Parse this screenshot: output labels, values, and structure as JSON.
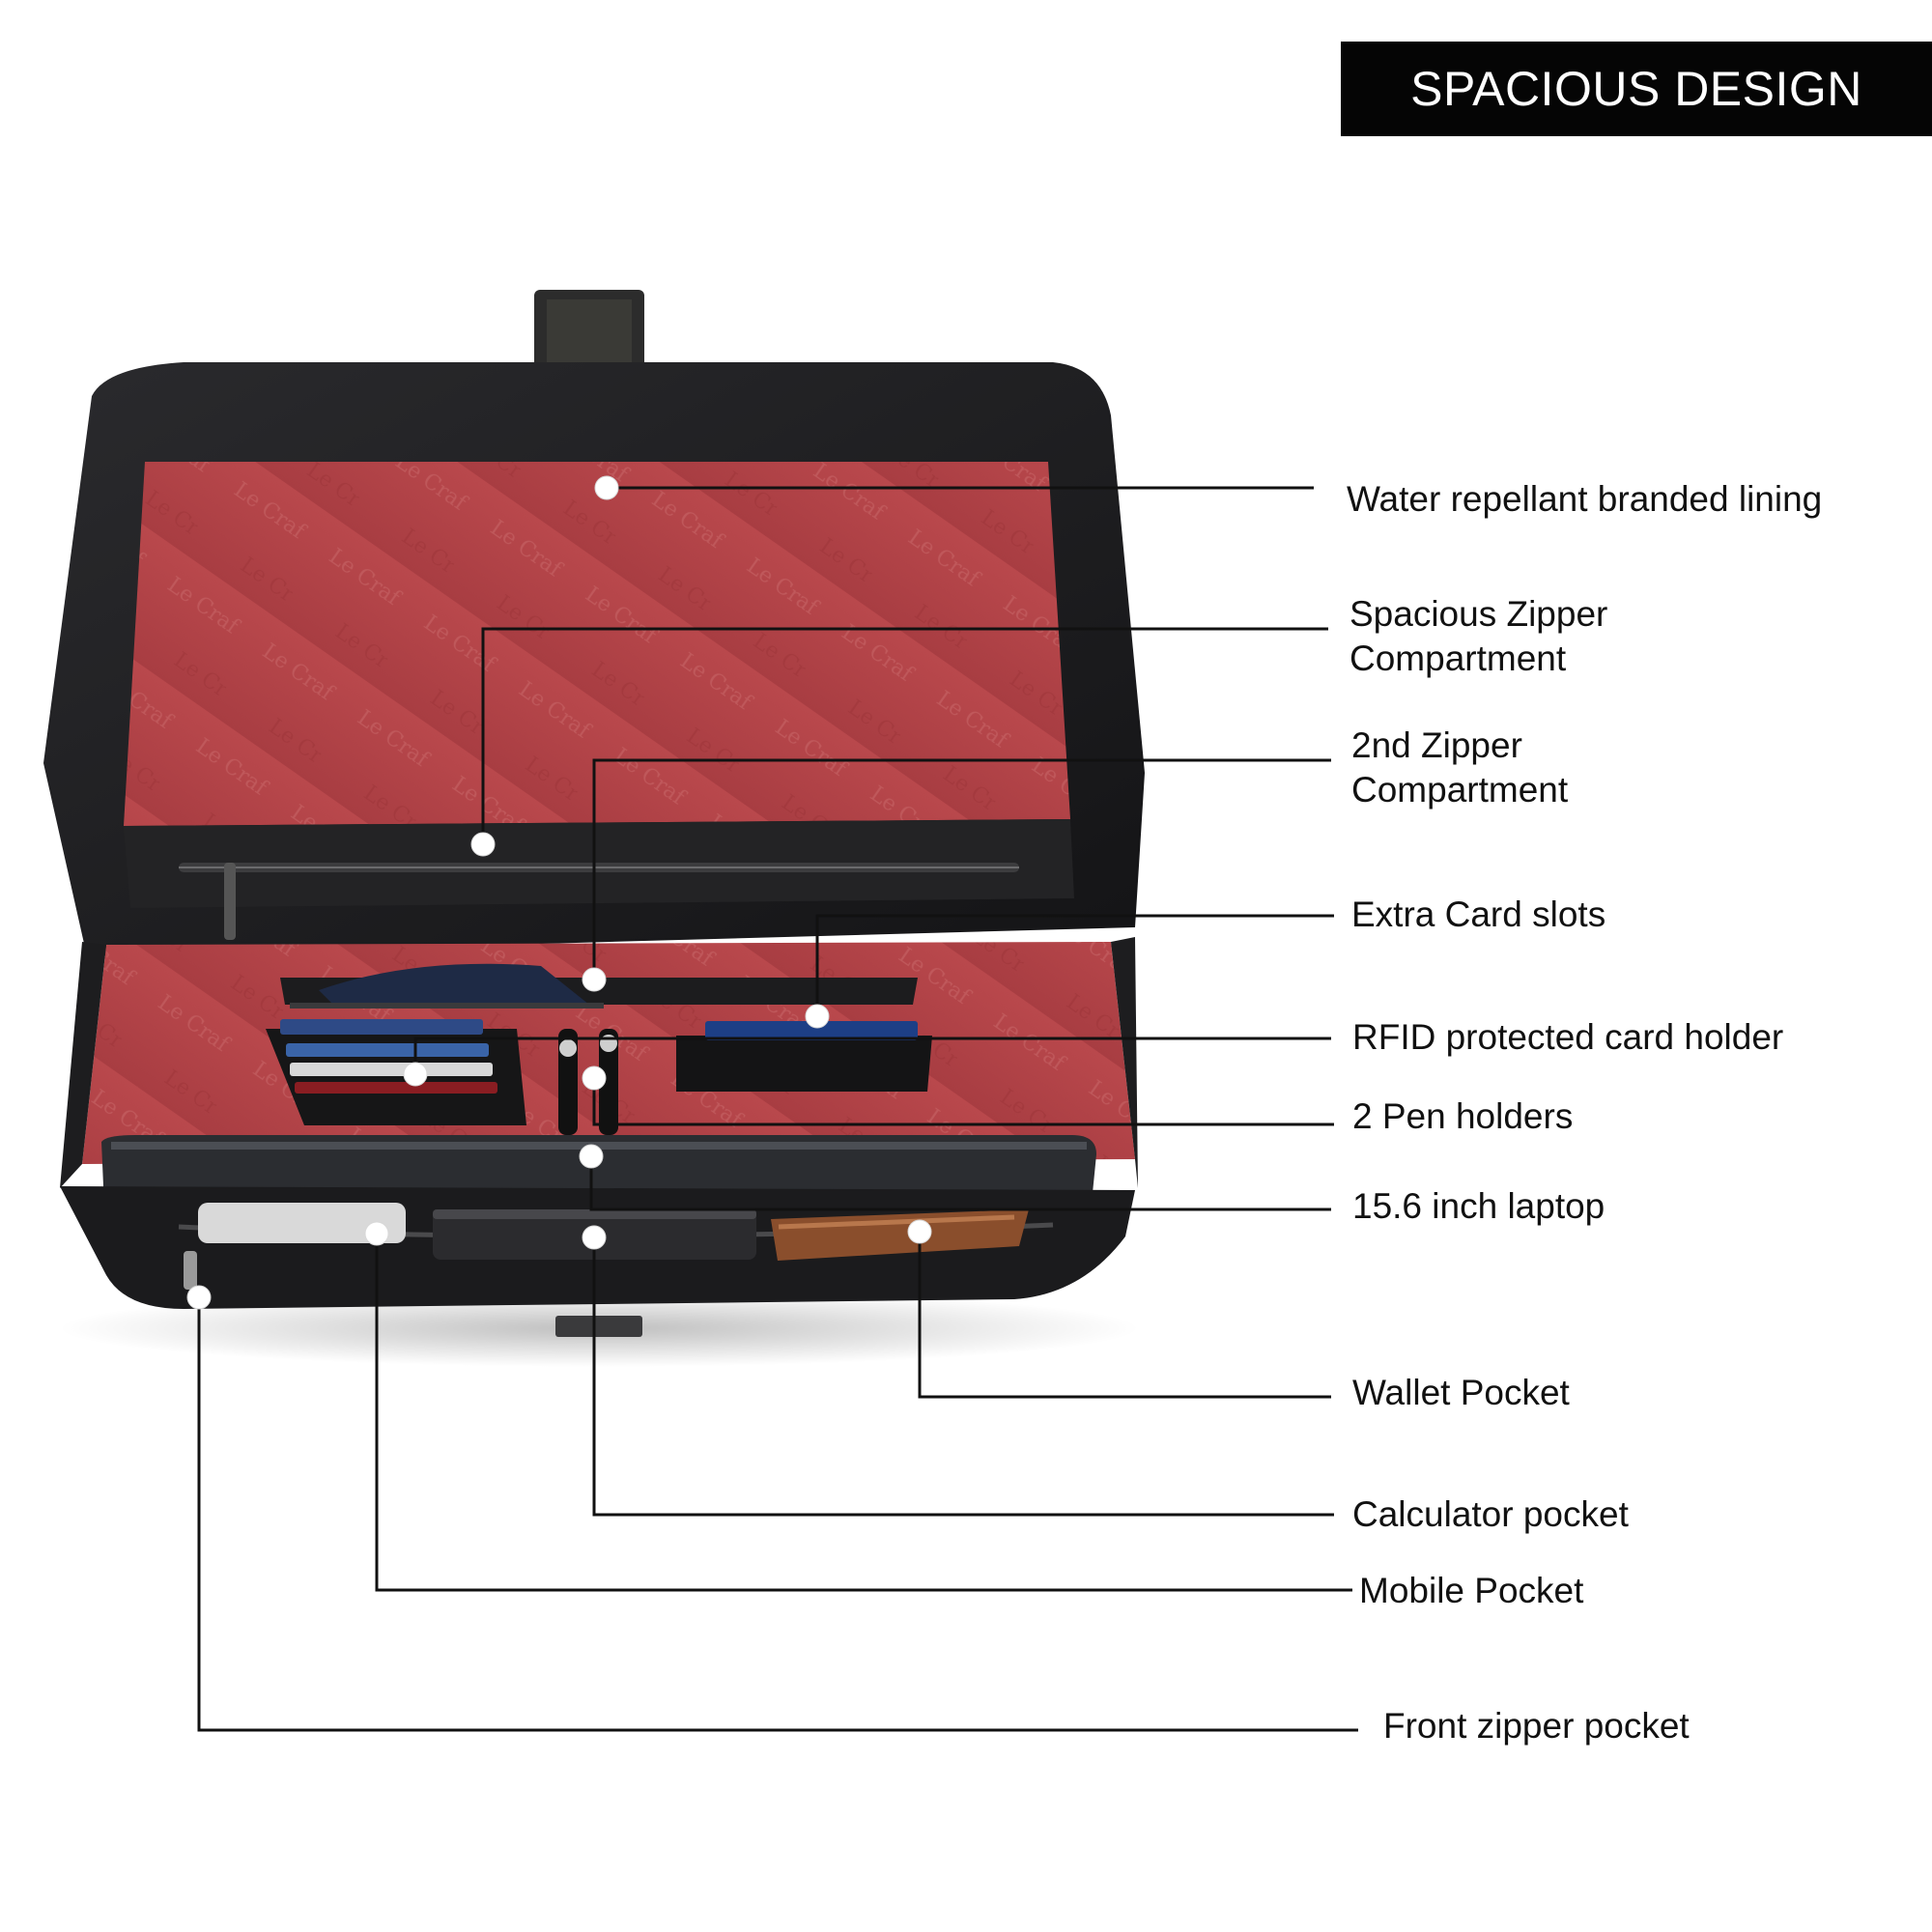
{
  "banner": {
    "title": "SPACIOUS DESIGN"
  },
  "callouts": [
    {
      "id": "lining",
      "label": "Water repellant branded lining"
    },
    {
      "id": "zip1",
      "label": "Spacious Zipper\nCompartment"
    },
    {
      "id": "zip2",
      "label": "2nd Zipper\nCompartment"
    },
    {
      "id": "cards",
      "label": "Extra Card slots"
    },
    {
      "id": "rfid",
      "label": "RFID protected card holder"
    },
    {
      "id": "pens",
      "label": "2 Pen holders"
    },
    {
      "id": "laptop",
      "label": "15.6 inch laptop"
    },
    {
      "id": "wallet",
      "label": "Wallet Pocket"
    },
    {
      "id": "calc",
      "label": "Calculator pocket"
    },
    {
      "id": "mobile",
      "label": "Mobile Pocket"
    },
    {
      "id": "front",
      "label": "Front zipper pocket"
    }
  ],
  "colors": {
    "banner_bg": "#050505",
    "lining_red": "#b5464a",
    "leather_black": "#1a1a1c",
    "leader_line": "#111111",
    "marker_dot": "#ffffff"
  }
}
